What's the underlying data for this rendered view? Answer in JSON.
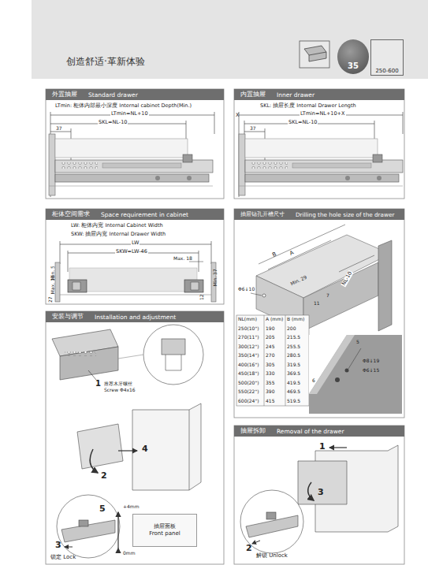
{
  "diagram": {
    "title": "创造舒适·革新体验",
    "nodes": [
      {
        "text": [
          "35"
        ]
      },
      {
        "text": [
          "250-600"
        ]
      },
      {
        "text": [
          "外置抽屉",
          "Standard drawer"
        ]
      },
      {
        "text": [
          "内置抽屉",
          "Inner drawer"
        ]
      },
      {
        "text": [
          "柜体空间需求",
          "Space requirement in cabinet"
        ]
      },
      {
        "text": [
          "抽屉钻孔开槽尺寸",
          "Drilling the hole size of the drawer"
        ]
      },
      {
        "text": [
          "安装与调节",
          "Installation and adjustment"
        ]
      },
      {
        "text": [
          "抽屉拆卸",
          "Removal of the drawer"
        ]
      },
      {
        "text": [
          "抽屉面板",
          "Front panel"
        ]
      }
    ],
    "labels": [
      "LTmin: 柜体内部最小深度 Internal cabinet Depth(Min.)",
      "LTmin=NL+10",
      "SKL=NL-10",
      "37",
      "SKL: 抽屉长度 Internal Drawer Length",
      "X",
      "LTmin=NL+10+X",
      "SKL=NL-10",
      "37",
      "LW: 柜体内宽 Internal Cabinet Width",
      "SKW: 抽屉内宽 Internal Drawer Width",
      "LW",
      "SKW=LW-46",
      "Max. 18",
      "Min. 5",
      "Max. 13",
      "27",
      "12",
      "Min. 37",
      "B",
      "A",
      "Min. 29",
      "Φ6↓10",
      "7",
      "11",
      "NL-10",
      "NL(mm)",
      "A (mm)",
      "B (mm)",
      "250(10\")",
      "190",
      "200",
      "270(11\")",
      "205",
      "215.5",
      "300(12\")",
      "245",
      "255.5",
      "350(14\")",
      "270",
      "280.5",
      "400(16\")",
      "305",
      "319.5",
      "450(18\")",
      "330",
      "369.5",
      "500(20\")",
      "355",
      "419.5",
      "550(22\")",
      "390",
      "469.5",
      "600(24\")",
      "415",
      "519.5",
      "5",
      "Φ8↓19",
      "Φ6↓15",
      "6",
      "1",
      "推荐木牙螺丝",
      "Screw Φ4x16",
      "4",
      "2",
      "5",
      "+4mm",
      "0mm",
      "3",
      "锁定 Lock",
      "1",
      "3",
      "2",
      "解锁 Unlock"
    ]
  }
}
